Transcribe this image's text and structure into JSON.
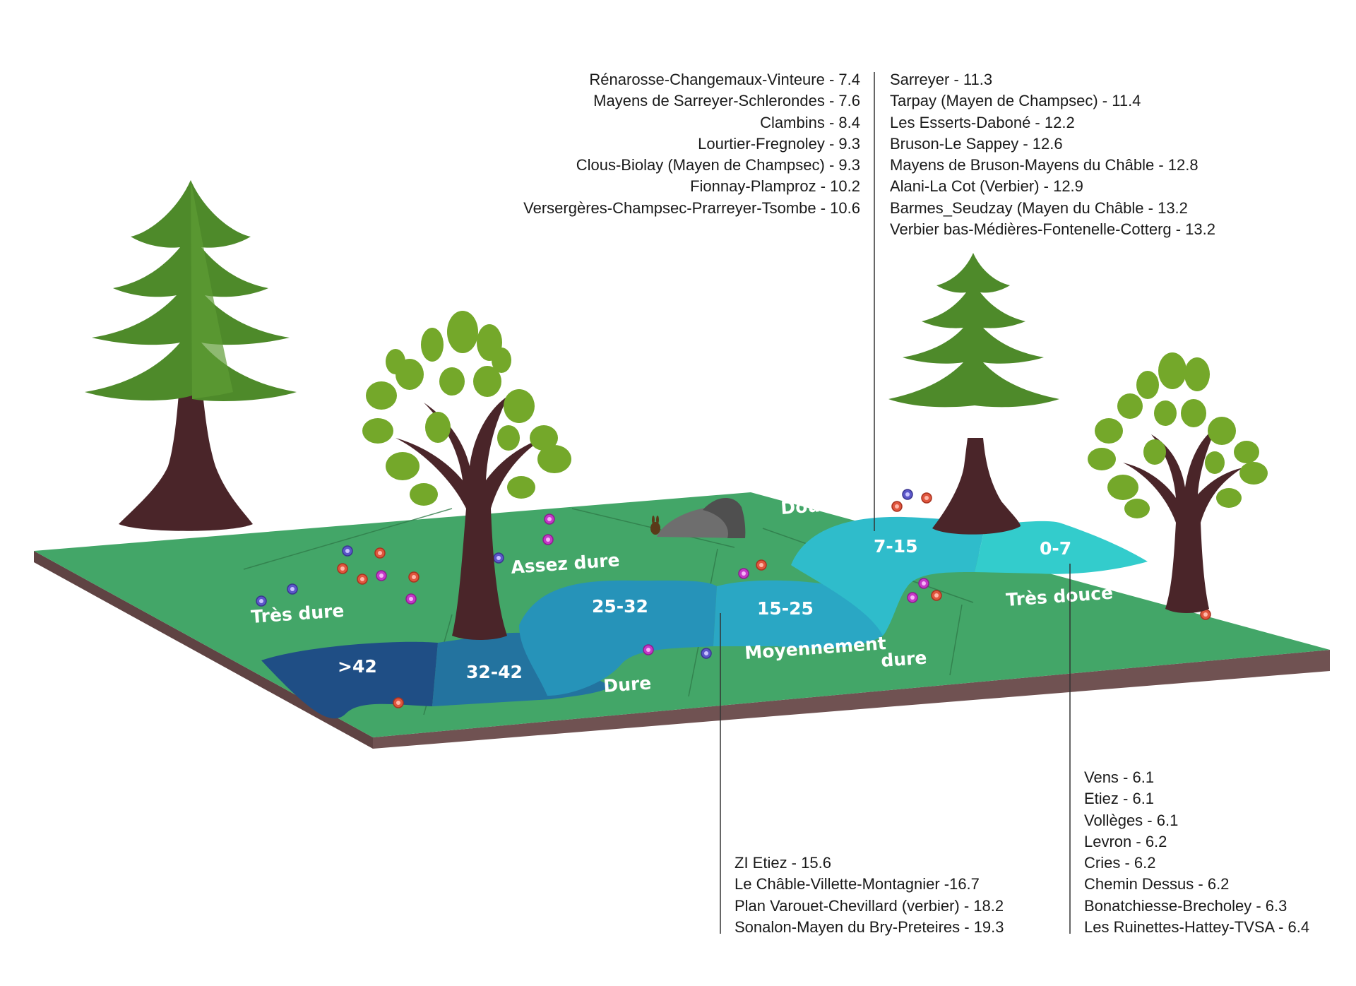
{
  "zones": {
    "tres_dure": "Très dure",
    "dure": "Dure",
    "assez_dure": "Assez dure",
    "moyennement_dure_1": "Moyennement",
    "moyennement_dure_2": "dure",
    "douce": "Douce",
    "tres_douce": "Très douce"
  },
  "ranges": {
    "r42": ">42",
    "r32_42": "32-42",
    "r25_32": "25-32",
    "r15_25": "15-25",
    "r7_15": "7-15",
    "r0_7": "0-7"
  },
  "lists": {
    "assez_dure": [
      "Rénarosse-Changemaux-Vinteure - 7.4",
      "Mayens de Sarreyer-Schlerondes - 7.6",
      "Clambins - 8.4",
      "Lourtier-Fregnoley - 9.3",
      "Clous-Biolay (Mayen de Champsec) - 9.3",
      "Fionnay-Plamproz - 10.2",
      "Versergères-Champsec-Prarreyer-Tsombe - 10.6"
    ],
    "douce": [
      "Sarreyer - 11.3",
      "Tarpay (Mayen de Champsec) - 11.4",
      "Les Esserts-Daboné - 12.2",
      "Bruson-Le Sappey - 12.6",
      "Mayens de Bruson-Mayens du Châble - 12.8",
      "Alani-La Cot (Verbier) - 12.9",
      "Barmes_Seudzay (Mayen du Châble - 13.2",
      "Verbier bas-Médières-Fontenelle-Cotterg - 13.2"
    ],
    "moyennement_dure": [
      "ZI Etiez - 15.6",
      "Le Châble-Villette-Montagnier -16.7",
      "Plan Varouet-Chevillard (verbier) - 18.2",
      "Sonalon-Mayen du Bry-Preteires - 19.3"
    ],
    "tres_douce": [
      "Vens - 6.1",
      "Etiez - 6.1",
      "Vollèges - 6.1",
      "Levron - 6.2",
      "Cries - 6.2",
      "Chemin Dessus - 6.2",
      "Bonatchiesse-Brecholey - 6.3",
      "Les Ruinettes-Hattey-TVSA - 6.4"
    ]
  },
  "colors": {
    "ground": "#43a668",
    "ground_edge": "#705252",
    "range_42": "#1f4e85",
    "range_32_42": "#23739f",
    "range_25_32": "#2693b9",
    "range_15_25": "#2aa7c4",
    "range_7_15": "#2fbccb",
    "range_0_7": "#33cccc",
    "trunk": "#4a2529",
    "pine": "#4e8a2a",
    "leaf": "#74a82a"
  }
}
